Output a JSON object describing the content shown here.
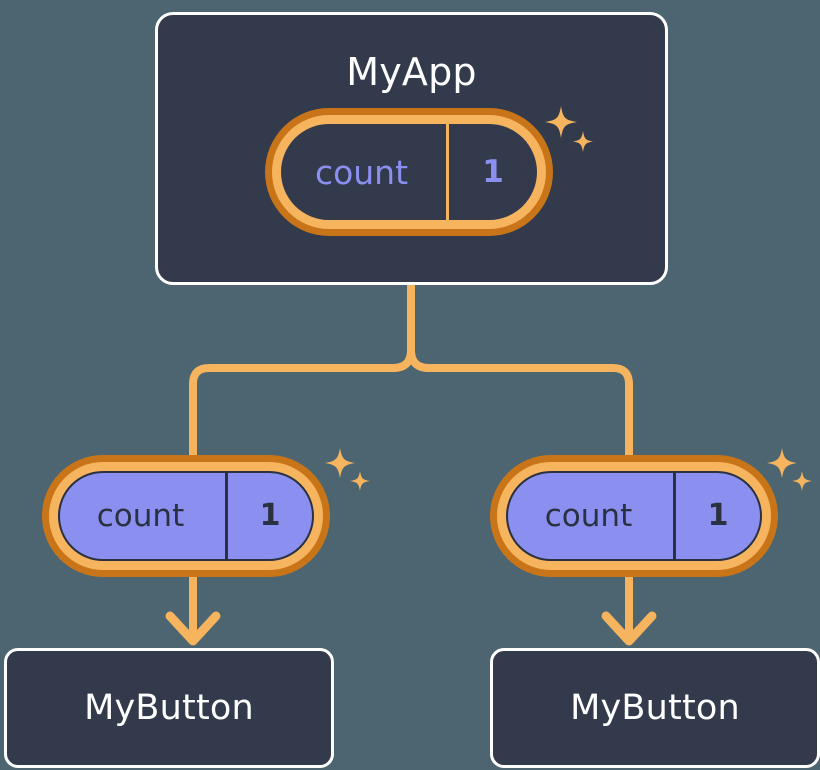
{
  "diagram": {
    "type": "component-tree",
    "background_color": "#4c6570",
    "accent_color": "#f6b45e",
    "accent_dark_color": "#c8751a",
    "state_color": "#8b8ff0",
    "card_color": "#323a4b",
    "root": {
      "title": "MyApp",
      "state": {
        "name": "count",
        "value": "1",
        "filled": false,
        "sparkle": true
      }
    },
    "branches": [
      {
        "state": {
          "name": "count",
          "value": "1",
          "filled": true,
          "sparkle": true
        },
        "child": {
          "title": "MyButton"
        }
      },
      {
        "state": {
          "name": "count",
          "value": "1",
          "filled": true,
          "sparkle": true
        },
        "child": {
          "title": "MyButton"
        }
      }
    ]
  }
}
